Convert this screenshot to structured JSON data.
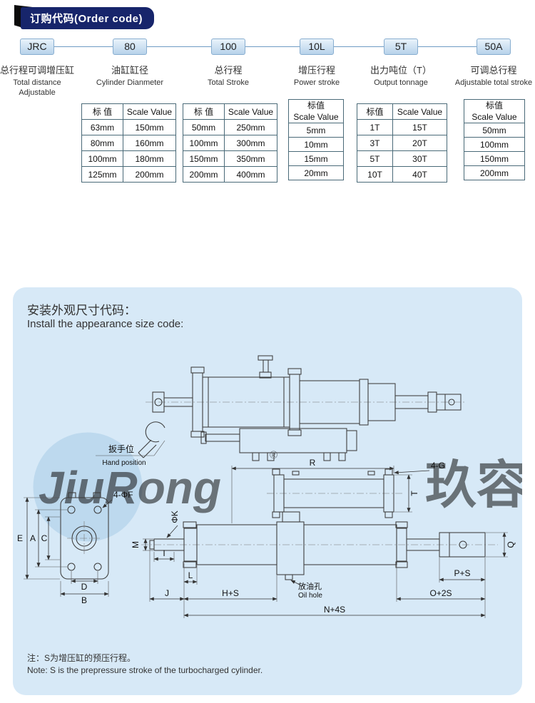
{
  "header": {
    "badge_text": "订购代码(Order code)"
  },
  "order_code": {
    "segments": [
      {
        "code": "JRC",
        "cn": "总行程可调增压缸",
        "en1": "Total distance",
        "en2": "Adjustable"
      },
      {
        "code": "80",
        "cn": "油缸缸径",
        "en1": "Cylinder Dianmeter",
        "en2": ""
      },
      {
        "code": "100",
        "cn": "总行程",
        "en1": "Total Stroke",
        "en2": ""
      },
      {
        "code": "10L",
        "cn": "增压行程",
        "en1": "Power stroke",
        "en2": ""
      },
      {
        "code": "5T",
        "cn": "出力吨位（T）",
        "en1": "Output tonnage",
        "en2": ""
      },
      {
        "code": "50A",
        "cn": "可调总行程",
        "en1": "Adjustable total stroke",
        "en2": ""
      }
    ]
  },
  "tables": {
    "cylinder": {
      "h1": "标 值",
      "h2": "Scale Value",
      "rows": [
        [
          "63mm",
          "150mm"
        ],
        [
          "80mm",
          "160mm"
        ],
        [
          "100mm",
          "180mm"
        ],
        [
          "125mm",
          "200mm"
        ]
      ]
    },
    "stroke": {
      "h1": "标 值",
      "h2": "Scale Value",
      "rows": [
        [
          "50mm",
          "250mm"
        ],
        [
          "100mm",
          "300mm"
        ],
        [
          "150mm",
          "350mm"
        ],
        [
          "200mm",
          "400mm"
        ]
      ]
    },
    "power": {
      "h1": "标值",
      "h2": "Scale Value",
      "rows": [
        "5mm",
        "10mm",
        "15mm",
        "20mm"
      ]
    },
    "tonnage": {
      "h1": "标值",
      "h2": "Scale Value",
      "rows": [
        [
          "1T",
          "15T"
        ],
        [
          "3T",
          "20T"
        ],
        [
          "5T",
          "30T"
        ],
        [
          "10T",
          "40T"
        ]
      ]
    },
    "adjust": {
      "h1": "标值",
      "h2": "Scale Value",
      "rows": [
        "50mm",
        "100mm",
        "150mm",
        "200mm"
      ]
    }
  },
  "install": {
    "title_cn": "安装外观尺寸代码：",
    "title_en": "Install the appearance size code:",
    "note_cn": "注：S为增压缸的预压行程。",
    "note_en": "Note: S is the prepressure stroke of the turbocharged cylinder.",
    "watermark_cn": "玖容",
    "watermark_en": "JiuRong",
    "watermark_reg": "®",
    "dims": {
      "hand_cn": "扳手位",
      "hand_en": "Hand position",
      "r": "R",
      "four_g": "4-G",
      "t": "T",
      "four_f": "4-ΦF",
      "phi_k": "ΦK",
      "m": "M",
      "i": "I",
      "e": "E",
      "a": "A",
      "c": "C",
      "d": "D",
      "b": "B",
      "l": "L",
      "j": "J",
      "hs": "H+S",
      "o2s": "O+2S",
      "n4s": "N+4S",
      "ps": "P+S",
      "q": "Q",
      "oil_cn": "放油孔",
      "oil_en": "Oil hole"
    }
  }
}
